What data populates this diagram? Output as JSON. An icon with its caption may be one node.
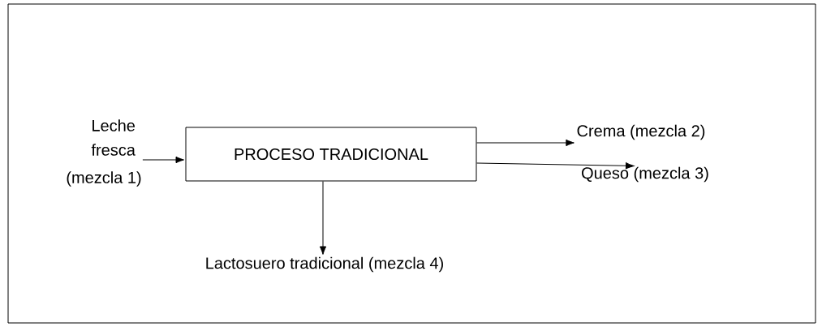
{
  "diagram": {
    "nodes": [
      {
        "text": [
          "PROCESO TRADICIONAL"
        ]
      },
      {
        "text": [
          "Leche fresca",
          "(mezcla 1)"
        ]
      },
      {
        "text": [
          "Crema (mezcla 2)"
        ]
      },
      {
        "text": [
          "Queso (mezcla 3)"
        ]
      },
      {
        "text": [
          "Lactosuero tradicional (mezcla 4)"
        ]
      }
    ],
    "edges": [
      {
        "from": 1,
        "to": 0,
        "arrow": "to"
      },
      {
        "from": 0,
        "to": 2,
        "arrow": "to"
      },
      {
        "from": 0,
        "to": 3,
        "arrow": "to"
      },
      {
        "from": 0,
        "to": 4,
        "arrow": "to"
      }
    ]
  }
}
